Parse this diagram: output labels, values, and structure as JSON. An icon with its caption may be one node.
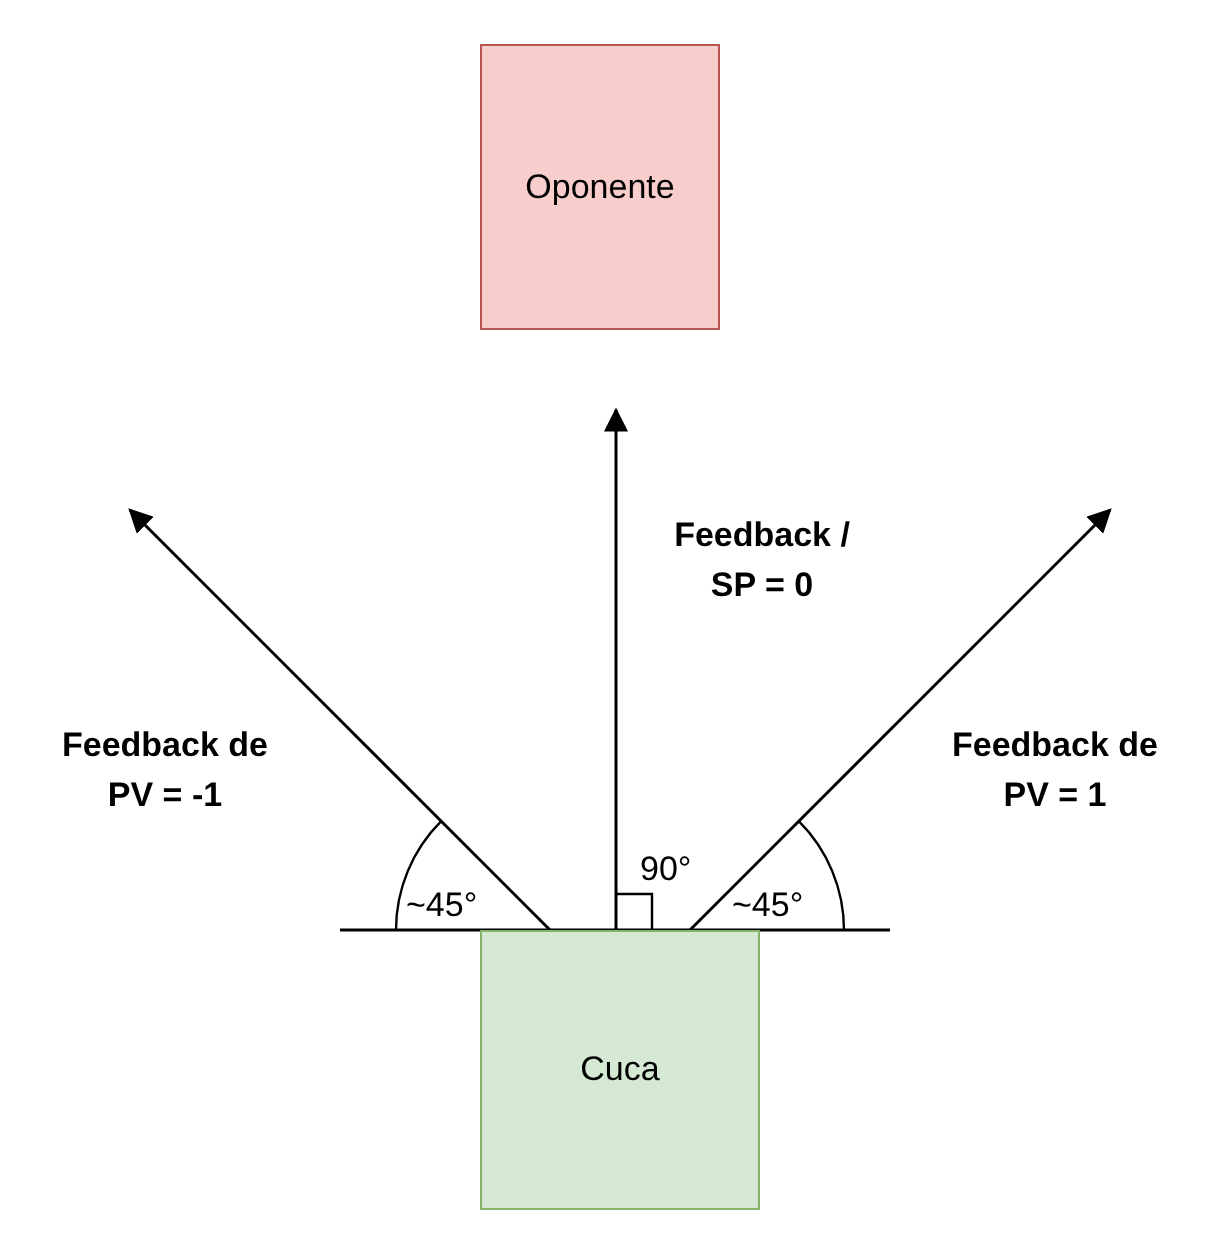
{
  "diagram": {
    "nodes": [
      {
        "text": [
          "Oponente"
        ]
      },
      {
        "text": [
          "Cuca"
        ]
      }
    ],
    "edges": [
      {
        "from": 1,
        "to": null,
        "arrow": "to",
        "label": "Feedback de PV = -1"
      },
      {
        "from": 1,
        "to": null,
        "arrow": "to",
        "label": "Feedback / SP = 0"
      },
      {
        "from": 1,
        "to": null,
        "arrow": "to",
        "label": "Feedback de PV = 1"
      }
    ],
    "labels": [
      "~45°",
      "90°",
      "~45°"
    ]
  }
}
